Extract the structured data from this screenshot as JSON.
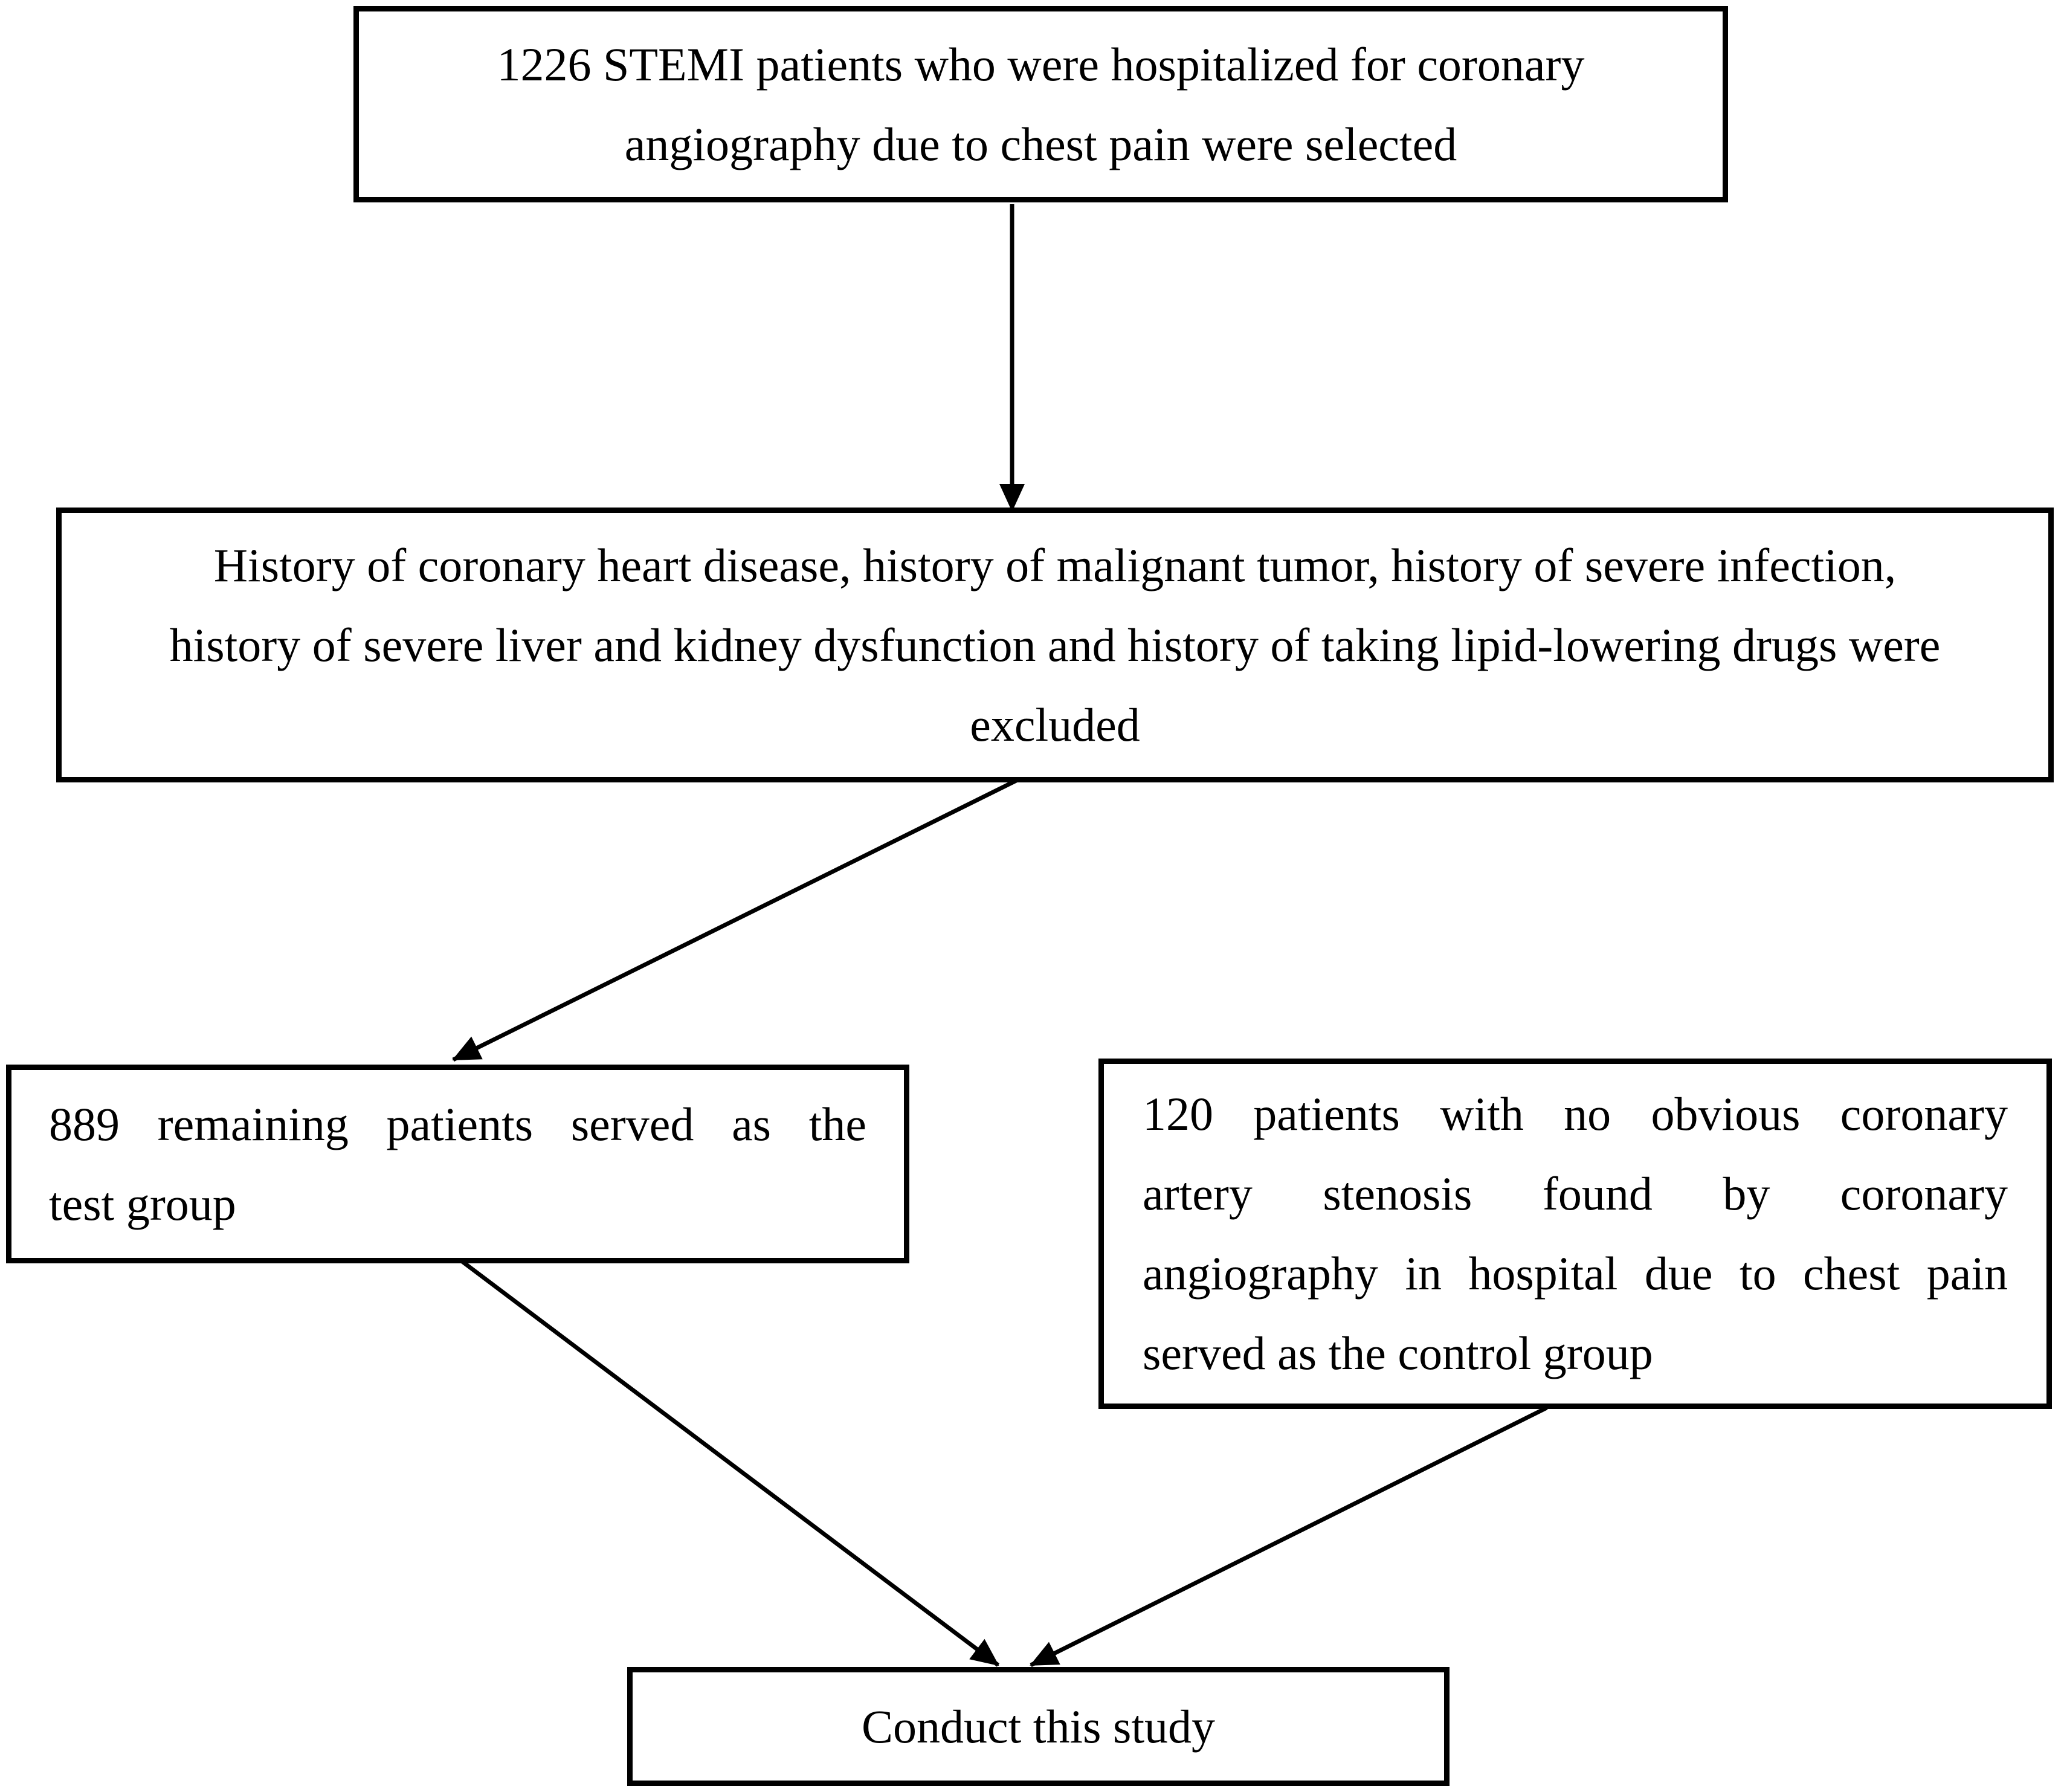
{
  "colors": {
    "background": "#ffffff",
    "ink": "#000000"
  },
  "boxes": {
    "selected": {
      "lines": [
        "1226 STEMI patients who were hospitalized for coronary",
        "angiography due to chest pain were selected"
      ]
    },
    "excluded": {
      "lines": [
        "History of coronary heart disease, history of malignant tumor, history of severe infection,",
        "history of severe liver and kidney dysfunction and history of taking lipid-lowering drugs were",
        "excluded"
      ]
    },
    "test_group": {
      "lines": [
        "889 remaining patients served as the",
        "test group"
      ]
    },
    "control_group": {
      "lines": [
        "120 patients with no obvious coronary",
        "artery stenosis found by coronary",
        "angiography in hospital due to chest pain",
        "served as the control group"
      ]
    },
    "conduct": {
      "lines": [
        "Conduct this study"
      ]
    }
  }
}
